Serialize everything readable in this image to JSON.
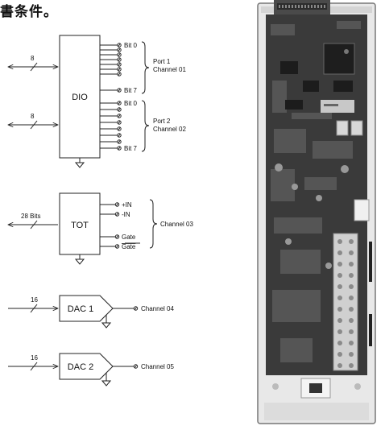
{
  "heading": "書条件。",
  "colors": {
    "line": "#222222",
    "board": "#3a3a3a",
    "enclosure": "#e8e8e8",
    "terminal": "#d0d0d0"
  },
  "dio": {
    "label": "DIO",
    "bus_width_top": "8",
    "bus_width_bottom": "8",
    "port1": {
      "bit_first": "Bit 0",
      "bit_last": "Bit 7",
      "port_label": "Port 1",
      "channel_label": "Channel 01"
    },
    "port2": {
      "bit_first": "Bit 0",
      "bit_last": "Bit 7",
      "port_label": "Port 2",
      "channel_label": "Channel 02"
    }
  },
  "tot": {
    "label": "TOT",
    "bus_width": "28 Bits",
    "inputs": [
      "+IN",
      "-IN",
      "Gate",
      "Gate"
    ],
    "channel_label": "Channel 03"
  },
  "dac1": {
    "label": "DAC 1",
    "bus_width": "16",
    "channel_label": "Channel 04"
  },
  "dac2": {
    "label": "DAC 2",
    "bus_width": "16",
    "channel_label": "Channel 05"
  }
}
